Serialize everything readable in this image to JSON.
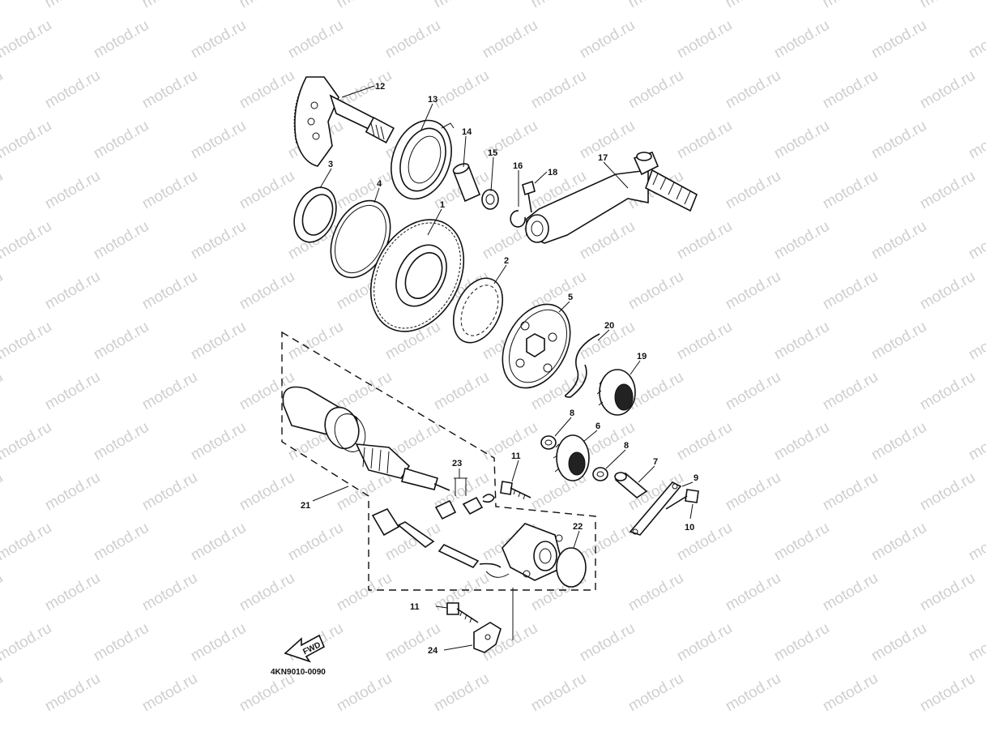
{
  "watermark_text": "motod.ru",
  "diagram_code": "4KN9010-0090",
  "fwd_label": "FWD",
  "callouts": {
    "c1": "1",
    "c2": "2",
    "c3": "3",
    "c4": "4",
    "c5": "5",
    "c6": "6",
    "c7": "7",
    "c8a": "8",
    "c8b": "8",
    "c9": "9",
    "c10": "10",
    "c11a": "11",
    "c11b": "11",
    "c12": "12",
    "c13": "13",
    "c14": "14",
    "c15": "15",
    "c16": "16",
    "c17": "17",
    "c18": "18",
    "c19": "19",
    "c20": "20",
    "c21": "21",
    "c22": "22",
    "c23": "23",
    "c24": "24"
  }
}
